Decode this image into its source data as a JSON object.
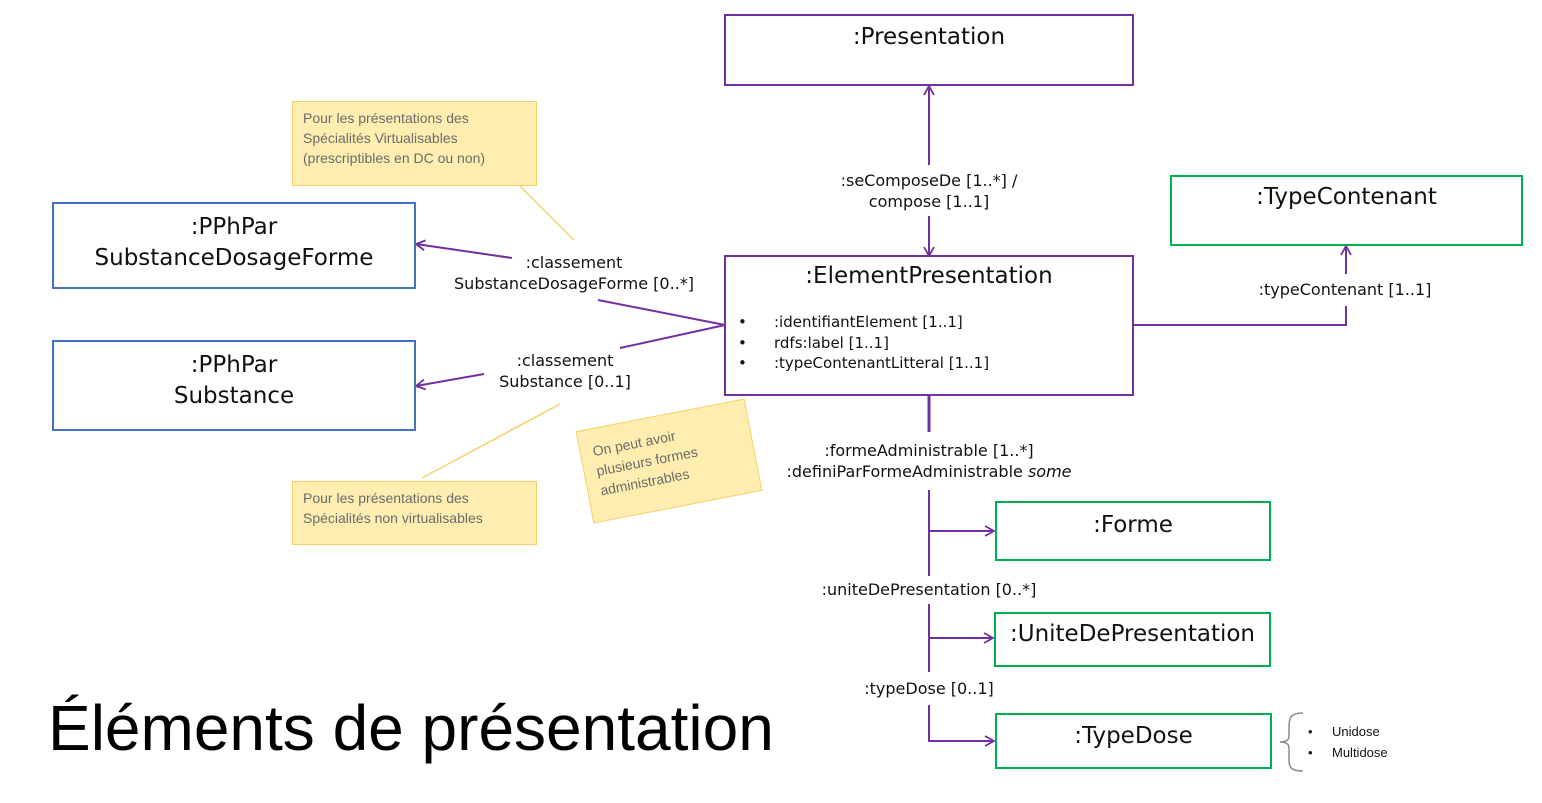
{
  "title": "Éléments de présentation",
  "classes": {
    "presentation": ":Presentation",
    "element_presentation": ":ElementPresentation",
    "type_contenant": ":TypeContenant",
    "pphpar_sdf": [
      ":PPhPar",
      "SubstanceDosageForme"
    ],
    "pphpar_substance": [
      ":PPhPar",
      "Substance"
    ],
    "forme": ":Forme",
    "unite_de_presentation": ":UniteDePresentation",
    "type_dose": ":TypeDose"
  },
  "attributes": [
    ":identifiantElement [1..1]",
    "rdfs:label [1..1]",
    ":typeContenantLitteral [1..1]"
  ],
  "relations": {
    "se_compose_de": [
      ":seComposeDe [1..*] /",
      "compose [1..1]"
    ],
    "type_contenant": ":typeContenant [1..1]",
    "classement_sdf": [
      ":classement",
      "SubstanceDosageForme [0..*]"
    ],
    "classement_substance": [
      ":classement",
      "Substance [0..1]"
    ],
    "forme_administrable": ":formeAdministrable  [1..*]",
    "defini_par_prefix": ":definiParFormeAdministrable ",
    "defini_par_quantifier": "some",
    "unite_de_presentation": ":uniteDePresentation [0..*]",
    "type_dose": ":typeDose [0..1]"
  },
  "notes": {
    "virtualisables": [
      "Pour les présentations des",
      "Spécialités Virtualisables",
      "(prescriptibles en DC ou non)"
    ],
    "non_virtualisables": [
      "Pour les présentations des",
      "Spécialités non virtualisables"
    ],
    "plusieurs_formes": [
      "On peut avoir",
      "plusieurs formes",
      "administrables"
    ]
  },
  "type_dose_values": [
    "Unidose",
    "Multidose"
  ],
  "colors": {
    "purple": "#7030a0",
    "blue": "#4472c4",
    "green": "#00b050",
    "note_bg": "#ffeeb0",
    "note_line": "#f5d06a"
  }
}
